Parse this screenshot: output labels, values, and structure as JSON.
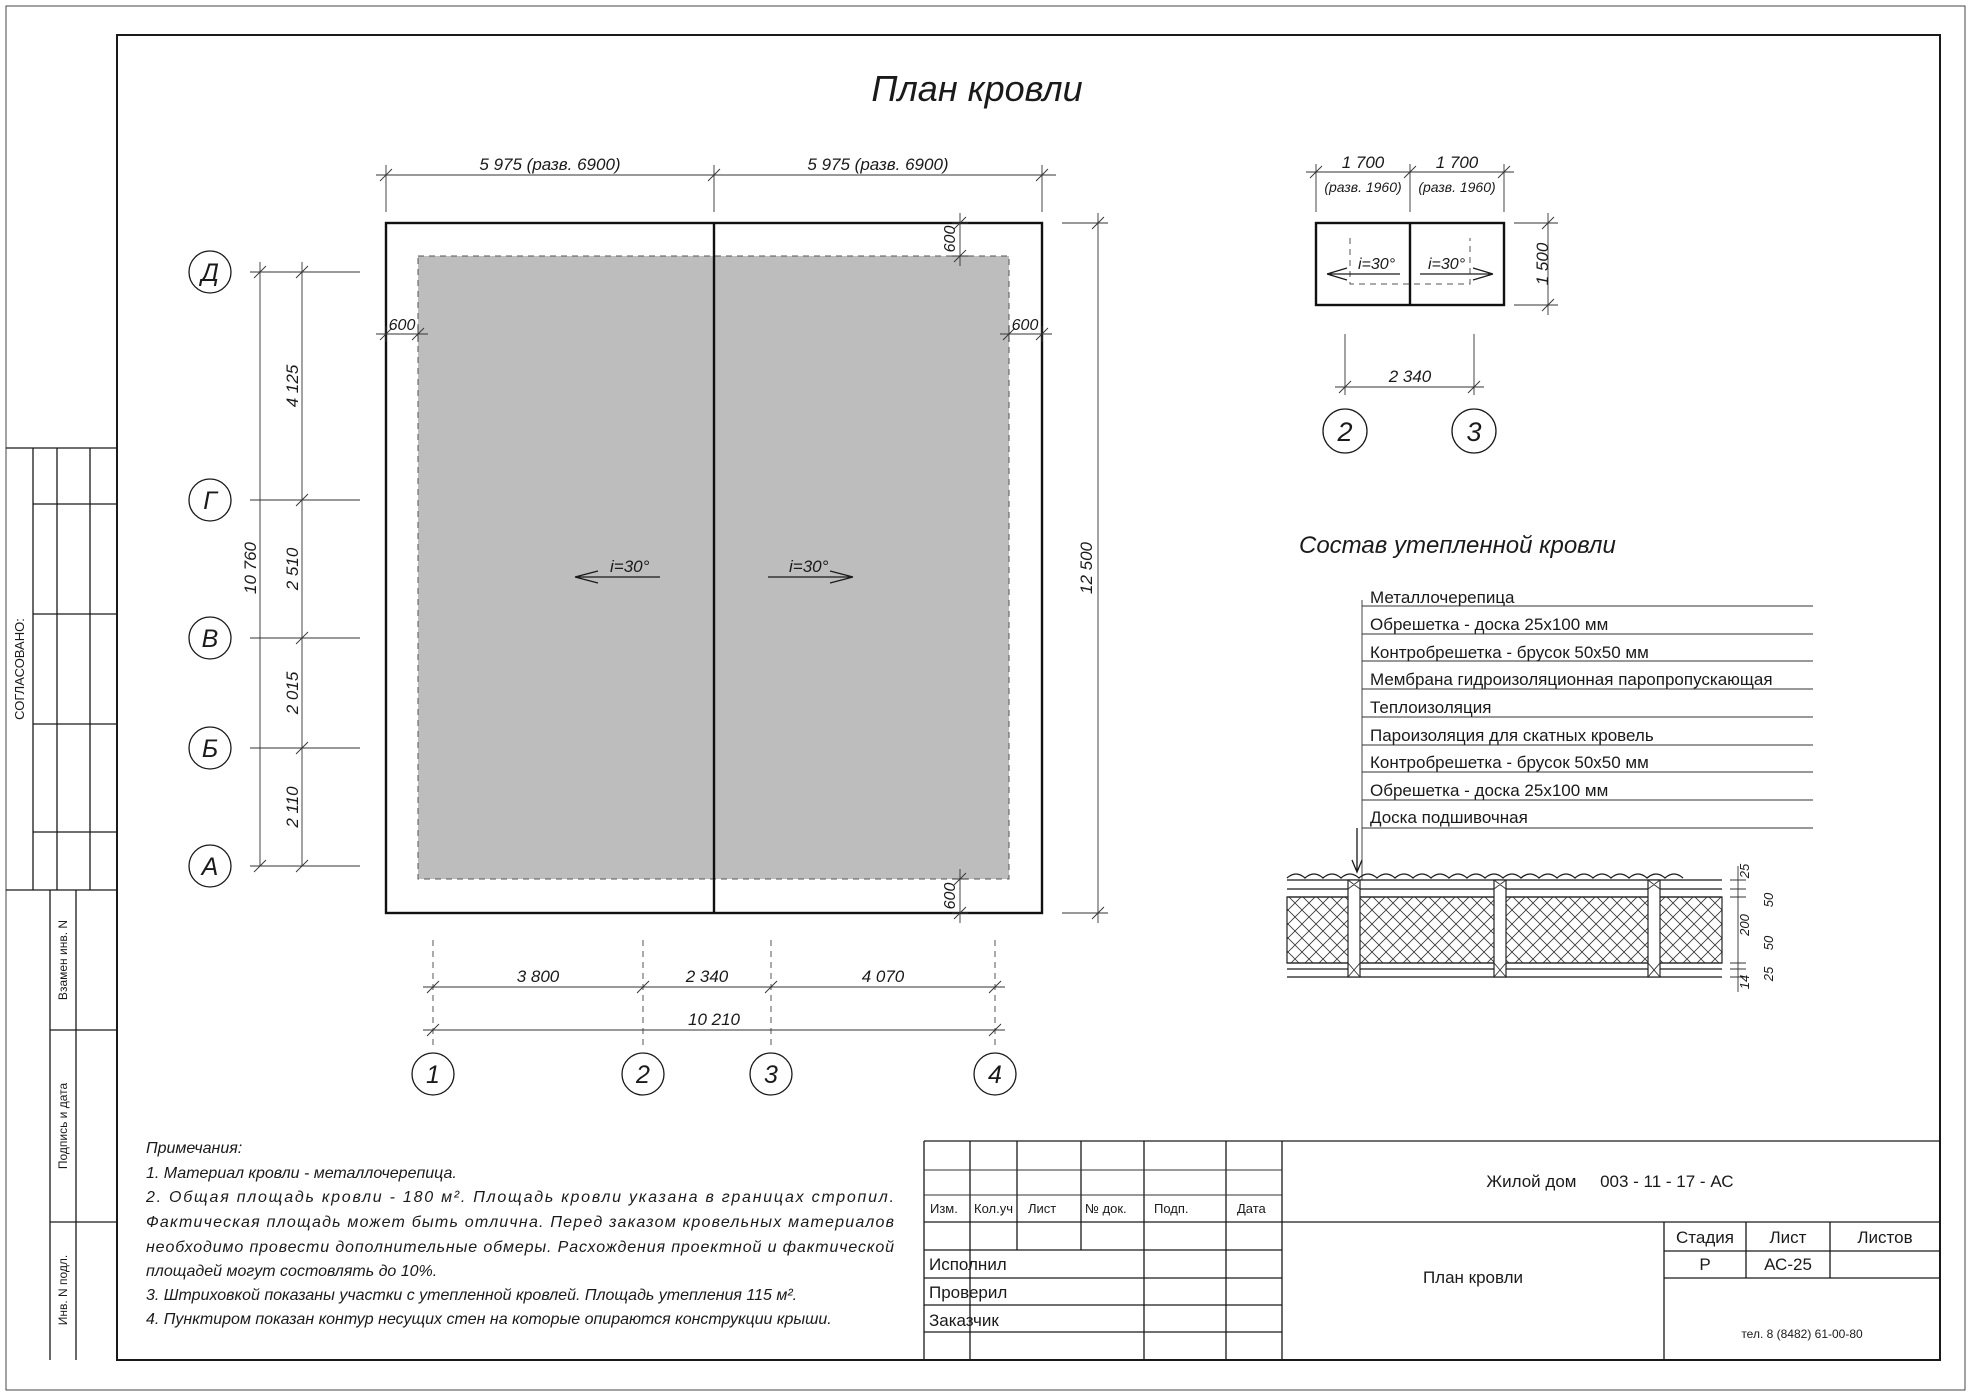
{
  "title": "План кровли",
  "plan": {
    "top_dims": [
      "5 975 (разв. 6900)",
      "5 975 (разв. 6900)"
    ],
    "overhang": "600",
    "slope": "i=30°",
    "right_dim": "12 500",
    "left_dims": [
      "4 125",
      "2 510",
      "2 015",
      "2 110"
    ],
    "left_total": "10 760",
    "bottom_dims": [
      "3 800",
      "2 340",
      "4 070"
    ],
    "bottom_total": "10 210",
    "axes_rows": [
      "Д",
      "Г",
      "В",
      "Б",
      "А"
    ],
    "axes_cols": [
      "1",
      "2",
      "3",
      "4"
    ]
  },
  "dormer": {
    "dims": [
      "1 700",
      "1 700"
    ],
    "subdims": [
      "(разв. 1960)",
      "(разв. 1960)"
    ],
    "height": "1 500",
    "slope": "i=30°",
    "axis_dim": "2 340",
    "axes": [
      "2",
      "3"
    ]
  },
  "composition": {
    "title": "Состав утепленной кровли",
    "layers": [
      "Металлочерепица",
      "Обрешетка - доска 25х100 мм",
      "Контробрешетка - брусок 50х50 мм",
      "Мембрана гидроизоляционная паропропускающая",
      "Теплоизоляция",
      "Пароизоляция для скатных кровель",
      "Контробрешетка - брусок 50х50 мм",
      "Обрешетка - доска 25х100 мм",
      "Доска подшивочная"
    ],
    "section_dims": [
      "25",
      "50",
      "200",
      "50",
      "25",
      "14"
    ]
  },
  "notes": {
    "heading": "Примечания:",
    "items": [
      "1. Материал кровли - металлочерепица.",
      "2. Общая площадь кровли - 180 м². Площадь кровли указана в границах стропил.",
      "Фактическая площадь может быть отлична. Перед заказом кровельных материалов",
      "необходимо провести дополнительные обмеры. Расхождения проектной и фактической",
      "площадей могут состовлять до 10%.",
      "3. Штриховкой показаны участки с утепленной кровлей. Площадь утепления 115 м².",
      "4. Пунктиром показан контур несущих стен на которые опираются конструкции крыши."
    ]
  },
  "stamp": {
    "cols": [
      "Изм.",
      "Кол.уч",
      "Лист",
      "№ док.",
      "Подп.",
      "Дата"
    ],
    "roles": [
      "Исполнил",
      "Проверил",
      "Заказчик"
    ],
    "project": "Жилой дом     003 - 11 - 17 - АС",
    "sheet_title": "План кровли",
    "stage_label": "Стадия",
    "sheet_label": "Лист",
    "sheets_label": "Листов",
    "stage": "Р",
    "sheet": "АС-25",
    "phone": "тел. 8 (8482) 61-00-80"
  },
  "side": {
    "agreed": "СОГЛАСОВАНО:",
    "replace": "Взамен инв. N",
    "signature": "Подпись и дата",
    "inv": "Инв. N подл."
  }
}
